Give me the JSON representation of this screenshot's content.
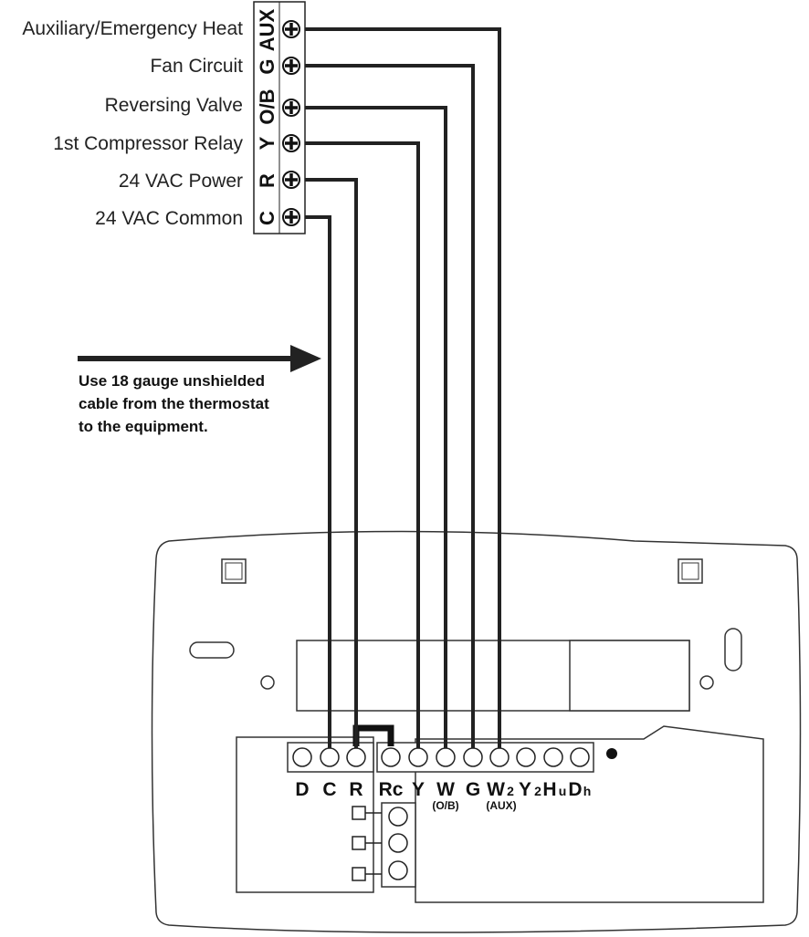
{
  "equipment": {
    "terminals": [
      {
        "letter": "AUX",
        "label": "Auxiliary/Emergency Heat"
      },
      {
        "letter": "G",
        "label": "Fan Circuit"
      },
      {
        "letter": "O/B",
        "label": "Reversing Valve"
      },
      {
        "letter": "Y",
        "label": "1st Compressor Relay"
      },
      {
        "letter": "R",
        "label": "24 VAC Power"
      },
      {
        "letter": "C",
        "label": "24 VAC Common"
      }
    ]
  },
  "note": {
    "lines": [
      "Use 18 gauge unshielded",
      "cable from the thermostat",
      "to the equipment."
    ]
  },
  "thermostat": {
    "terminals": {
      "D": "D",
      "C": "C",
      "R": "R",
      "Rc": "Rc",
      "Y": "Y",
      "W": "W",
      "W_sub": "(O/B)",
      "G": "G",
      "W2": "W",
      "W2_num": "2",
      "W2_sub": "(AUX)",
      "Y2": "Y",
      "Y2_num": "2",
      "Hu": "H",
      "Hu_small": "u",
      "Dh": "D",
      "Dh_small": "h"
    }
  }
}
